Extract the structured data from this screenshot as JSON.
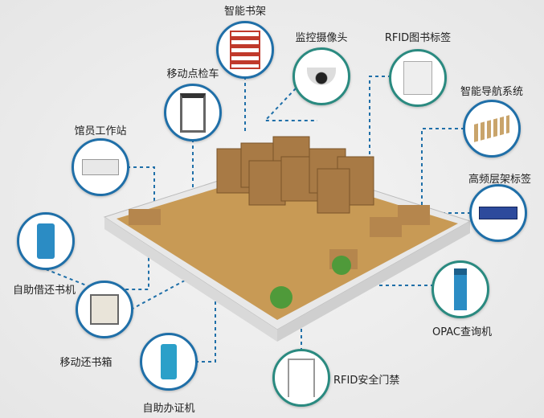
{
  "colors": {
    "ring_blue": "#1f6fa8",
    "ring_teal": "#2a8a80",
    "floor": "#c89a55",
    "shelf": "#a87a45"
  },
  "nodes": [
    {
      "label": "智能书架",
      "icon": "bookshelf-icon"
    },
    {
      "label": "监控摄像头",
      "icon": "camera-icon"
    },
    {
      "label": "RFID图书标签",
      "icon": "rfid-tag-icon"
    },
    {
      "label": "移动点检车",
      "icon": "inventory-cart-icon"
    },
    {
      "label": "智能导航系统",
      "icon": "navigation-icon"
    },
    {
      "label": "馆员工作站",
      "icon": "workstation-icon"
    },
    {
      "label": "高频层架标签",
      "icon": "shelf-tag-icon"
    },
    {
      "label": "自助借还书机",
      "icon": "kiosk-icon"
    },
    {
      "label": "OPAC查询机",
      "icon": "opac-icon"
    },
    {
      "label": "移动还书箱",
      "icon": "return-box-icon"
    },
    {
      "label": "RFID安全门禁",
      "icon": "security-gate-icon"
    },
    {
      "label": "自助办证机",
      "icon": "card-machine-icon"
    }
  ]
}
